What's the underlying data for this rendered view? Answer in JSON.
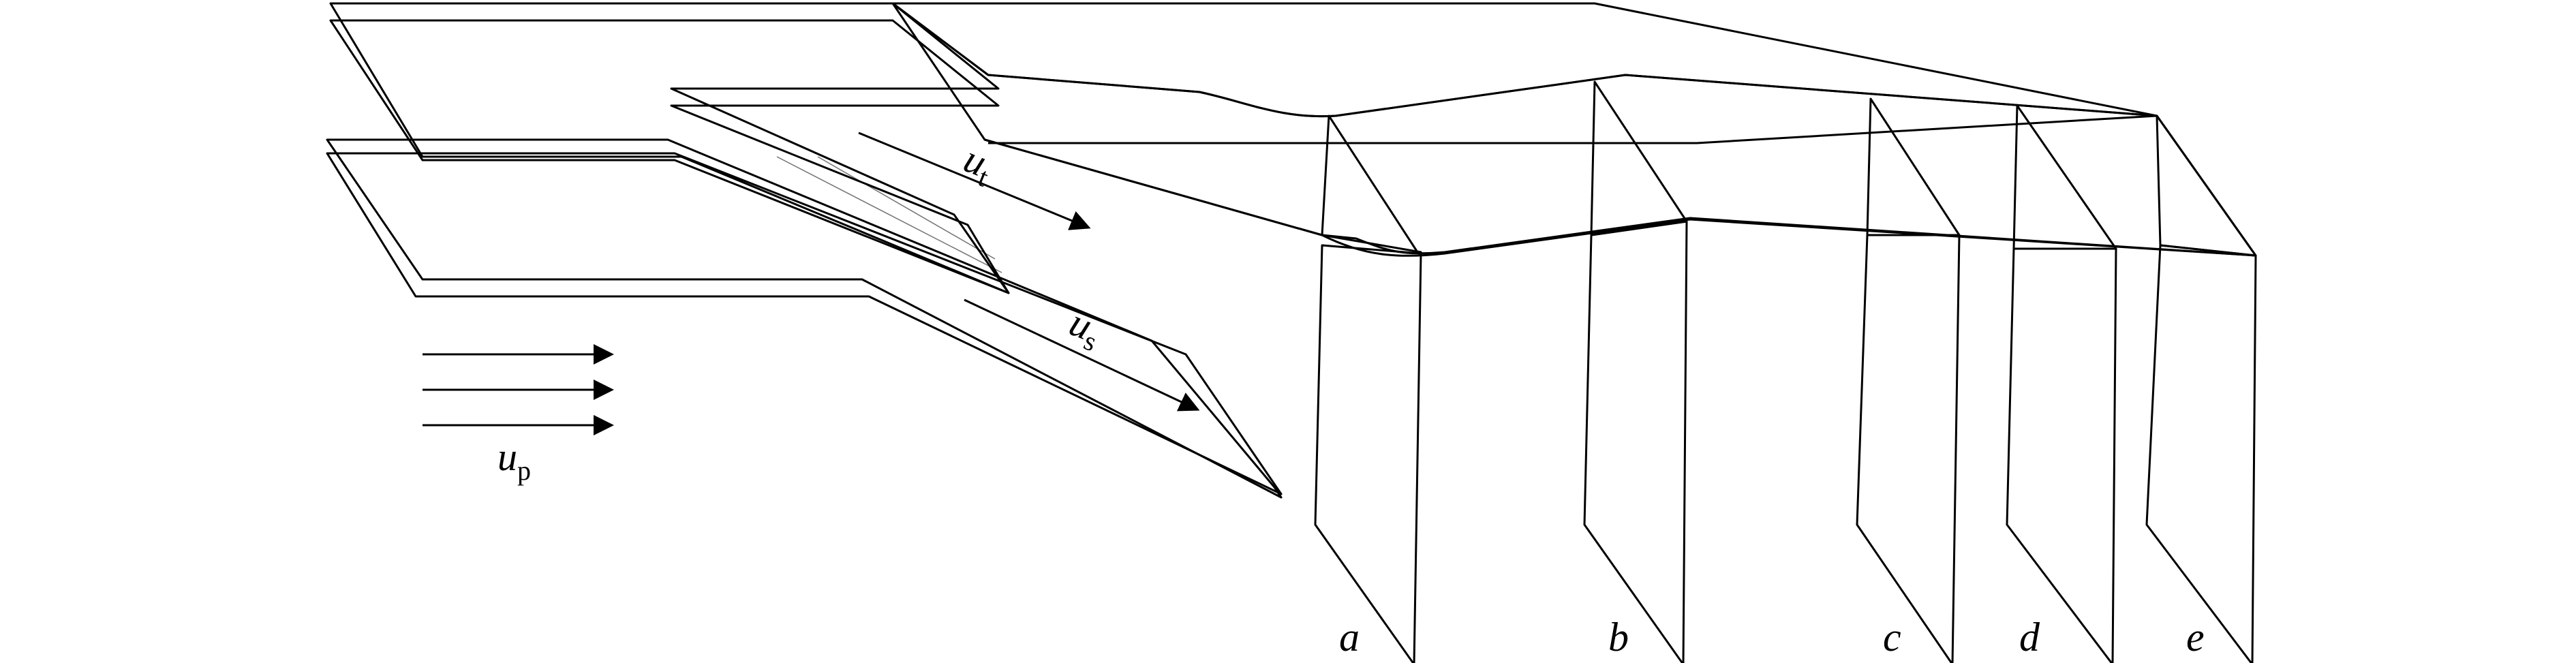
{
  "labels": {
    "u_t": {
      "main": "u",
      "sub": "t"
    },
    "u_s": {
      "main": "u",
      "sub": "s"
    },
    "u_p": {
      "main": "u",
      "sub": "p"
    },
    "planes": [
      "a",
      "b",
      "c",
      "d",
      "e"
    ]
  },
  "colors": {
    "tube_top": "#99ff33",
    "tube_bottom": "#ffb3b3",
    "channel": "#ffff66",
    "plane_a": "#66dd66",
    "plane_b": "#ff66ff",
    "plane_c": "#e06666",
    "plane_d": "#ffcccc",
    "plane_e": "#66ffff",
    "outline": "#000000"
  }
}
